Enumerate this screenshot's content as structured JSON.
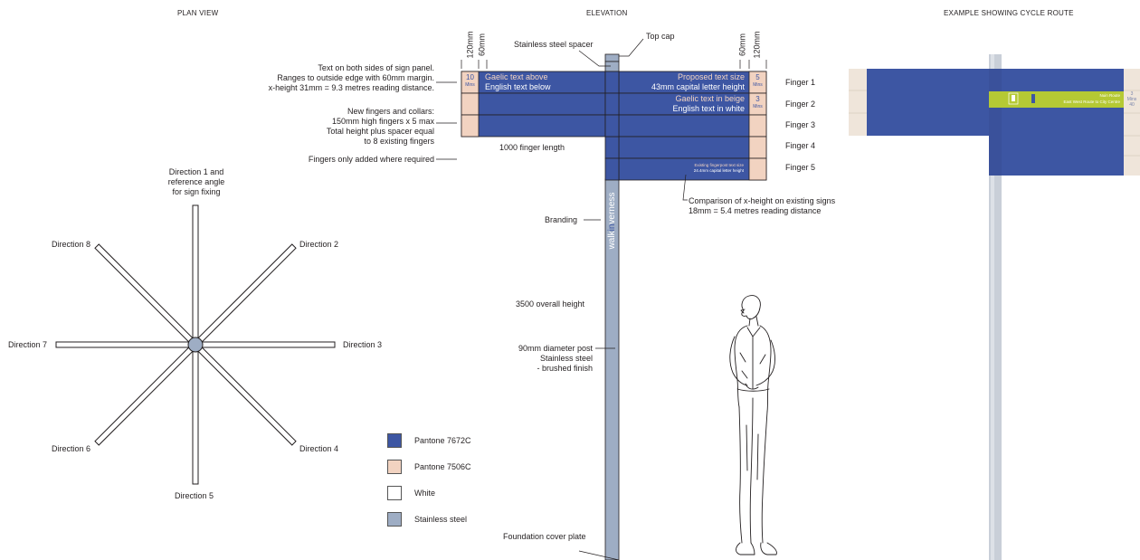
{
  "titles": {
    "plan": "PLAN VIEW",
    "elevation": "ELEVATION",
    "example": "EXAMPLE SHOWING CYCLE ROUTE"
  },
  "plan": {
    "direction1": [
      "Direction 1 and",
      "reference angle",
      "for sign fixing"
    ],
    "direction2": "Direction 2",
    "direction3": "Direction 3",
    "direction4": "Direction 4",
    "direction5": "Direction 5",
    "direction6": "Direction 6",
    "direction7": "Direction 7",
    "direction8": "Direction 8"
  },
  "dimensions": {
    "left_outer": "120mm",
    "left_inner": "60mm",
    "right_inner": "60mm",
    "right_outer": "120mm"
  },
  "elevation": {
    "spacer": "Stainless steel spacer",
    "top_cap": "Top cap",
    "text_note": [
      "Text on both sides of sign panel.",
      "Ranges to outside edge with 60mm margin.",
      "x-height 31mm = 9.3 metres reading distance."
    ],
    "fingers_note": [
      "New fingers and collars:",
      "150mm high fingers x 5 max",
      "Total height plus spacer equal",
      "to 8 existing fingers"
    ],
    "fingers_added": "Fingers only added where required",
    "finger_length": "1000 finger length",
    "branding": "Branding",
    "branding_text_a": "walk",
    "branding_text_b": "in",
    "branding_text_c": "verness",
    "overall_height": "3500 overall height",
    "post_note": [
      "90mm diameter post",
      "Stainless steel",
      "- brushed finish"
    ],
    "foundation": "Foundation cover plate",
    "comparison_note": [
      "Comparison of x-height on existing signs",
      "18mm = 5.4 metres reading distance"
    ],
    "finger_labels": [
      "Finger 1",
      "Finger 2",
      "Finger 3",
      "Finger 4",
      "Finger 5"
    ],
    "finger1": {
      "left_num": "10",
      "left_unit": "Mins",
      "left_line1": "Gaelic text above",
      "left_line2": "English text below",
      "right_line1": "Proposed text size",
      "right_line2": "43mm capital letter height",
      "right_num": "5",
      "right_unit": "Mins"
    },
    "finger2": {
      "right_line1": "Gaelic text in beige",
      "right_line2": "English text in white",
      "right_num": "3",
      "right_unit": "Mins"
    },
    "finger5": {
      "line1": "Existing fingerpost text size",
      "line2": "24.4mm capital letter height"
    }
  },
  "legend": [
    {
      "label": "Pantone 7672C",
      "color": "#3d56a3"
    },
    {
      "label": "Pantone 7506C",
      "color": "#f2d3c1"
    },
    {
      "label": "White",
      "color": "#ffffff"
    },
    {
      "label": "Stainless steel",
      "color": "#9eadc4"
    }
  ],
  "example": {
    "route_line1": "Nuin Route",
    "route_line2": "East West Route to City Centre",
    "right_num": "3",
    "right_unit": "Mins",
    "right_num2": "40"
  },
  "colors": {
    "blue": "#3d56a3",
    "beige": "#f2d3c1",
    "steel": "#9eadc4",
    "lime": "#b5c934"
  }
}
